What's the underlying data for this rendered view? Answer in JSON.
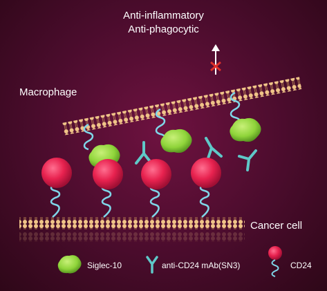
{
  "title": {
    "line1": "Anti-inflammatory",
    "line2": "Anti-phagocytic"
  },
  "labels": {
    "macrophage": "Macrophage",
    "cancer_cell": "Cancer cell"
  },
  "legend": {
    "siglec": "Siglec-10",
    "antibody": "anti-CD24 mAb(SN3)",
    "cd24": "CD24"
  },
  "colors": {
    "background": "#5a0f33",
    "membrane": "#e8b97a",
    "cd24_ball": "#e8224f",
    "coil": "#7fd6e8",
    "siglec": "#8fd43a",
    "antibody": "#5fc8c8",
    "blocked_mark": "#e0302a"
  }
}
